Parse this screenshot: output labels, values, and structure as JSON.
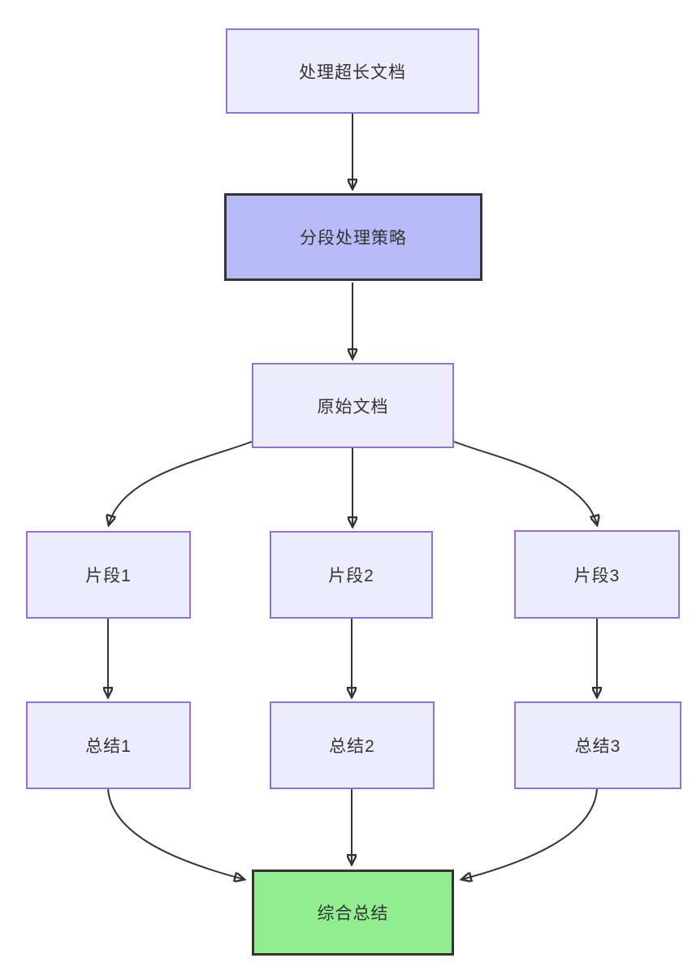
{
  "diagram": {
    "type": "flowchart",
    "direction": "top-down",
    "colors": {
      "background": "#ffffff",
      "node_fill": "#ECECFF",
      "node_border": "#9370DB",
      "highlight_fill": "#B9BBF8",
      "highlight_border": "#333333",
      "success_fill": "#90EE90",
      "success_border": "#333333",
      "edge_stroke": "#333333",
      "text": "#333333"
    },
    "nodes": [
      {
        "id": "doc",
        "label": "处理超长文档",
        "kind": "default"
      },
      {
        "id": "strategy",
        "label": "分段处理策略",
        "kind": "highlight"
      },
      {
        "id": "original",
        "label": "原始文档",
        "kind": "default"
      },
      {
        "id": "frag1",
        "label": "片段1",
        "kind": "default"
      },
      {
        "id": "frag2",
        "label": "片段2",
        "kind": "default"
      },
      {
        "id": "frag3",
        "label": "片段3",
        "kind": "default"
      },
      {
        "id": "sum1",
        "label": "总结1",
        "kind": "default"
      },
      {
        "id": "sum2",
        "label": "总结2",
        "kind": "default"
      },
      {
        "id": "sum3",
        "label": "总结3",
        "kind": "default"
      },
      {
        "id": "final",
        "label": "综合总结",
        "kind": "success"
      }
    ],
    "edges": [
      {
        "from": "处理超长文档",
        "to": "分段处理策略"
      },
      {
        "from": "分段处理策略",
        "to": "原始文档"
      },
      {
        "from": "原始文档",
        "to": "片段1"
      },
      {
        "from": "原始文档",
        "to": "片段2"
      },
      {
        "from": "原始文档",
        "to": "片段3"
      },
      {
        "from": "片段1",
        "to": "总结1"
      },
      {
        "from": "片段2",
        "to": "总结2"
      },
      {
        "from": "片段3",
        "to": "总结3"
      },
      {
        "from": "总结1",
        "to": "综合总结"
      },
      {
        "from": "总结2",
        "to": "综合总结"
      },
      {
        "from": "总结3",
        "to": "综合总结"
      }
    ]
  }
}
